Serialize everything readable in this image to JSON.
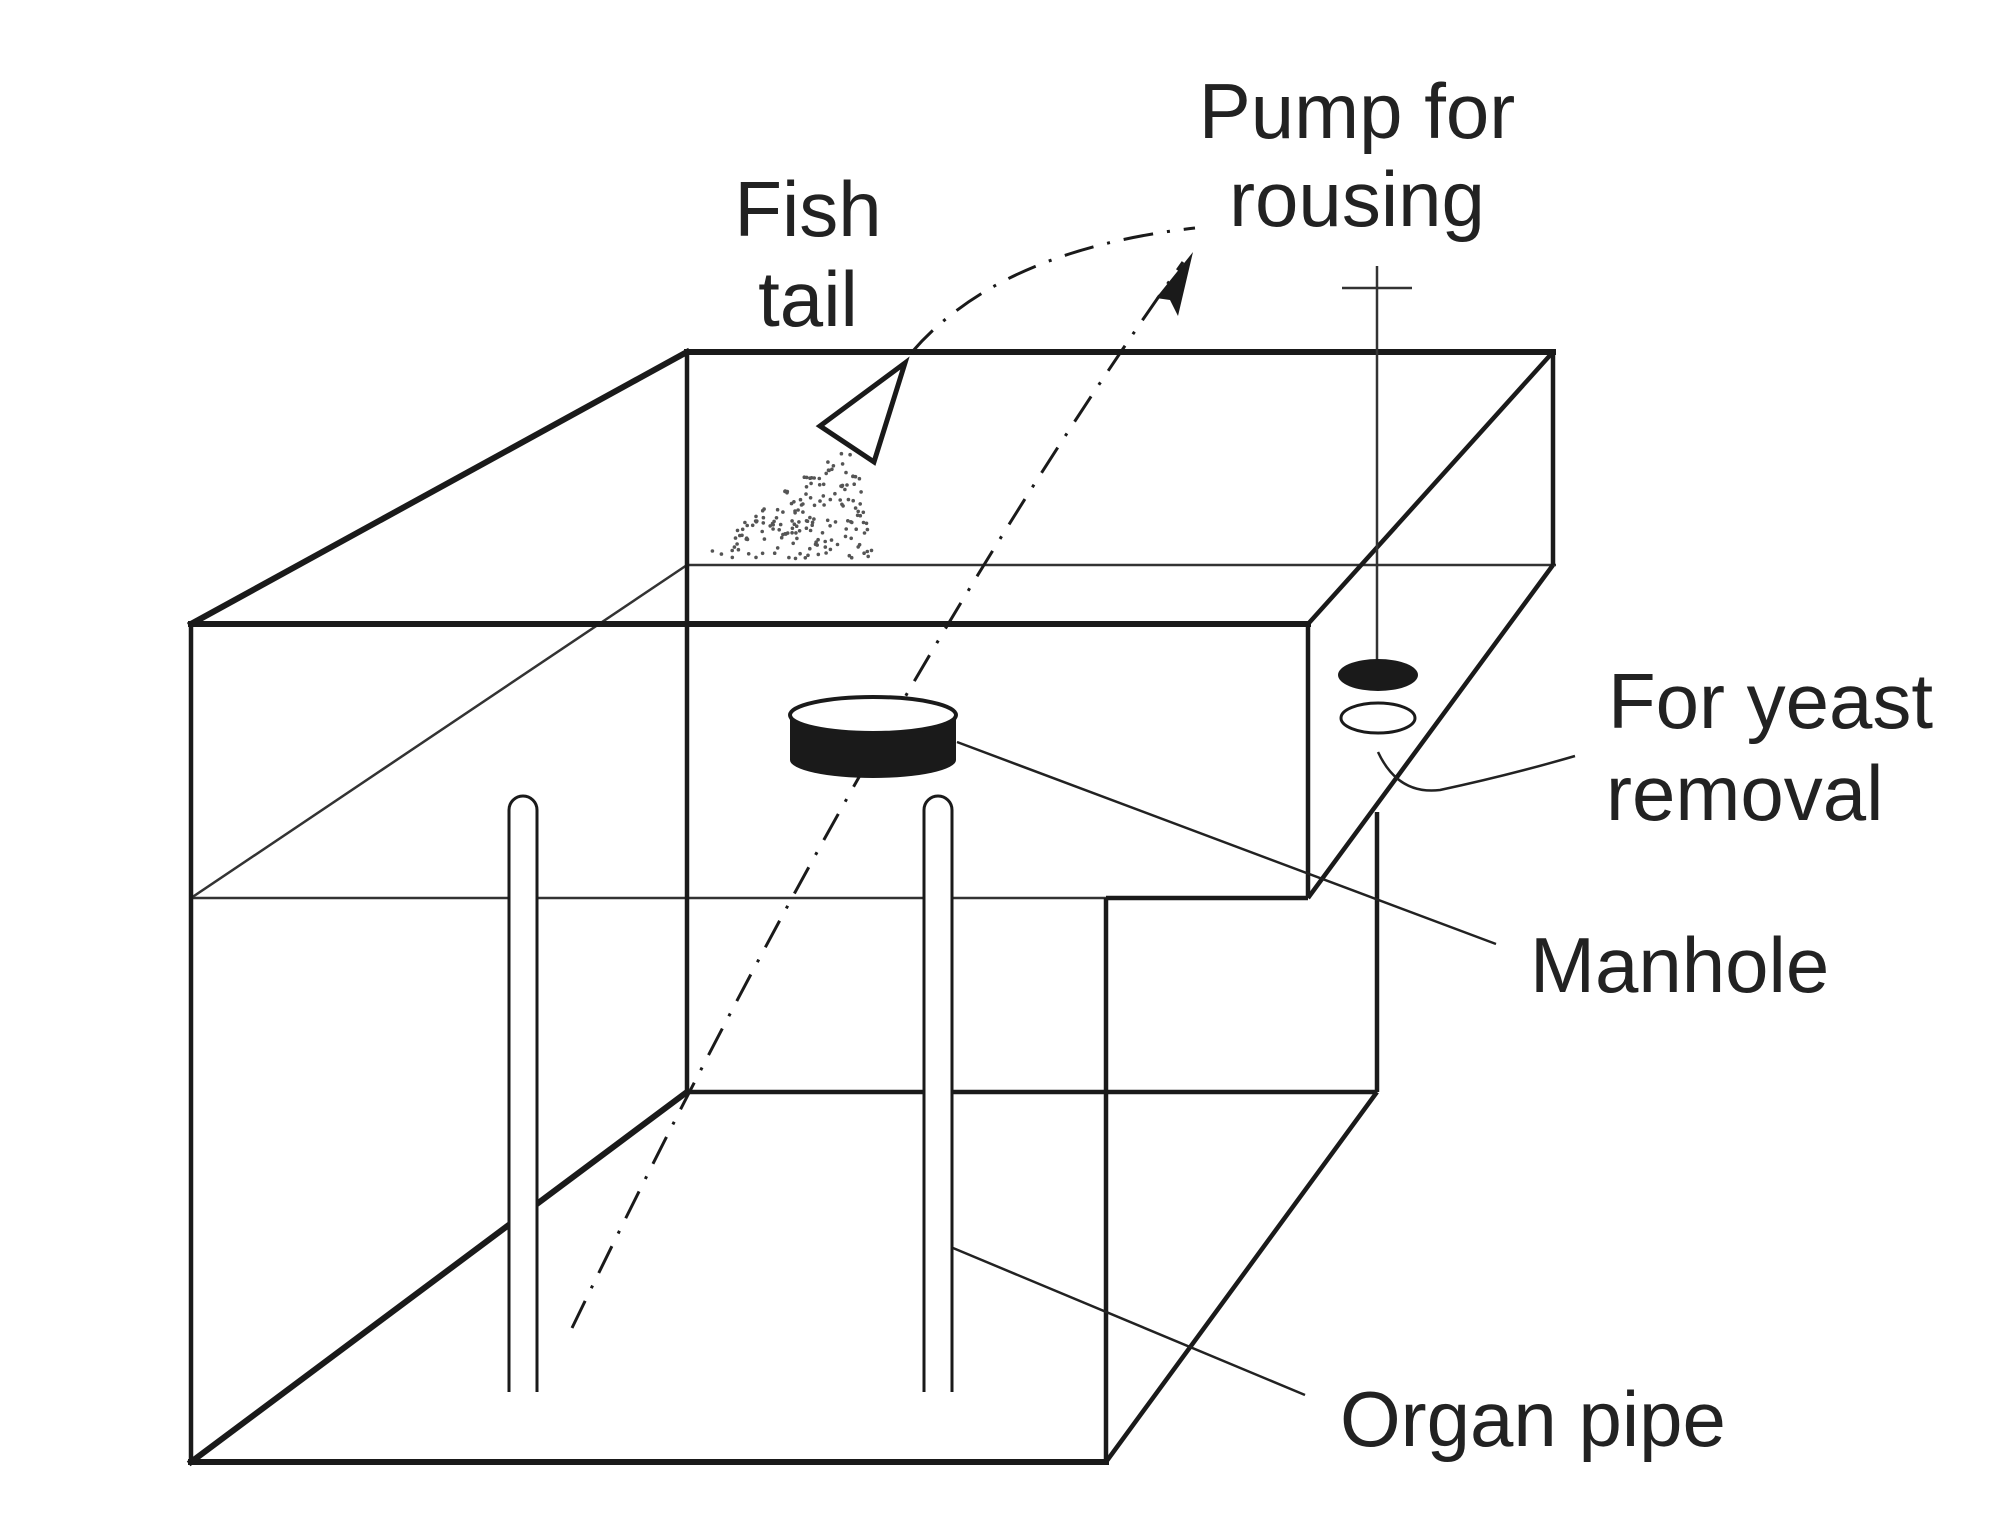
{
  "figure": {
    "title": "Fermentation vessel with rousing pump",
    "labels": {
      "fish_tail": [
        "Fish",
        "tail"
      ],
      "pump": [
        "Pump for",
        "rousing"
      ],
      "yeast": [
        "For yeast",
        "removal"
      ],
      "manhole": "Manhole",
      "organ_pipe": "Organ pipe"
    },
    "components": [
      {
        "id": "vessel",
        "description": "Stepped rectangular fermenting vessel"
      },
      {
        "id": "fish-tail",
        "description": "Fish-tail spray nozzle at top of vessel"
      },
      {
        "id": "pump",
        "description": "Pump for rousing"
      },
      {
        "id": "yeast-outlets",
        "description": "Two openings for yeast removal (one filled, one open)"
      },
      {
        "id": "manhole",
        "description": "Manhole on step"
      },
      {
        "id": "organ-pipes",
        "description": "Two vertical organ pipes"
      },
      {
        "id": "rousing-circuit",
        "description": "Dash-dot circulation path with arrow from vessel base to pump and back to fish tail"
      }
    ],
    "colors": {
      "line": "#1a1a1a",
      "text": "#222222",
      "background": "#ffffff"
    }
  }
}
